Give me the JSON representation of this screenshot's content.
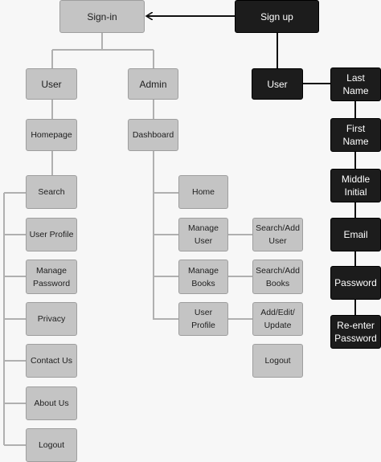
{
  "nodes": {
    "sign_in": "Sign-in",
    "sign_up": "Sign up",
    "user": "User",
    "admin": "Admin",
    "signup_user": "User",
    "homepage": "Homepage",
    "dashboard": "Dashboard",
    "search": "Search",
    "user_profile": "User Profile",
    "manage_password": "Manage\nPassword",
    "privacy": "Privacy",
    "contact_us": "Contact Us",
    "about_us": "About Us",
    "logout": "Logout",
    "home": "Home",
    "manage_user": "Manage\nUser",
    "manage_books": "Manage\nBooks",
    "admin_user_profile": "User Profile",
    "search_add_user": "Search/Add\nUser",
    "search_add_books": "Search/Add\nBooks",
    "add_edit_update": "Add/Edit/\nUpdate",
    "admin_logout": "Logout",
    "last_name": "Last\nName",
    "first_name": "First\nName",
    "middle_initial": "Middle\nInitial",
    "email": "Email",
    "password": "Password",
    "reenter_password": "Re-enter\nPassword"
  },
  "colors": {
    "gray_node": "#c4c4c4",
    "dark_node": "#1c1c1c",
    "gray_line": "#b0b0b0",
    "dark_line": "#111111"
  }
}
